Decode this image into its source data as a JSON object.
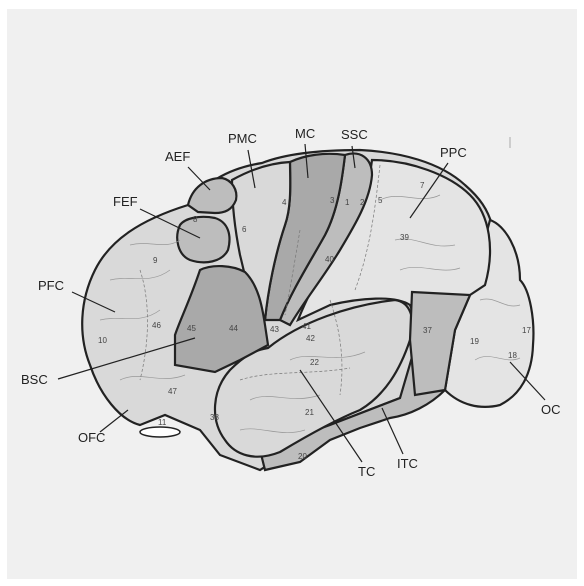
{
  "colors": {
    "background": "#f0f0f0",
    "light_region": "#d9d9d9",
    "mid_region": "#bdbdbd",
    "dark_region": "#a9a9a9",
    "pale_region": "#e4e4e4",
    "outline": "#222222"
  },
  "regions": {
    "pmc": "PMC",
    "mc": "MC",
    "ssc": "SSC",
    "aef": "AEF",
    "fef": "FEF",
    "ppc": "PPC",
    "pfc": "PFC",
    "bsc": "BSC",
    "ofc": "OFC",
    "tc": "TC",
    "itc": "ITC",
    "oc": "OC"
  },
  "areas": {
    "a1": "1",
    "a2": "2",
    "a3": "3",
    "a4": "4",
    "a5": "5",
    "a6": "6",
    "a7": "7",
    "a8": "8",
    "a9": "9",
    "a10": "10",
    "a11": "11",
    "a17": "17",
    "a18": "18",
    "a19": "19",
    "a20": "20",
    "a21": "21",
    "a22": "22",
    "a37": "37",
    "a38": "38",
    "a39": "39",
    "a40": "40",
    "a41": "41",
    "a42": "42",
    "a43": "43",
    "a44": "44",
    "a45": "45",
    "a46": "46",
    "a47": "47"
  }
}
